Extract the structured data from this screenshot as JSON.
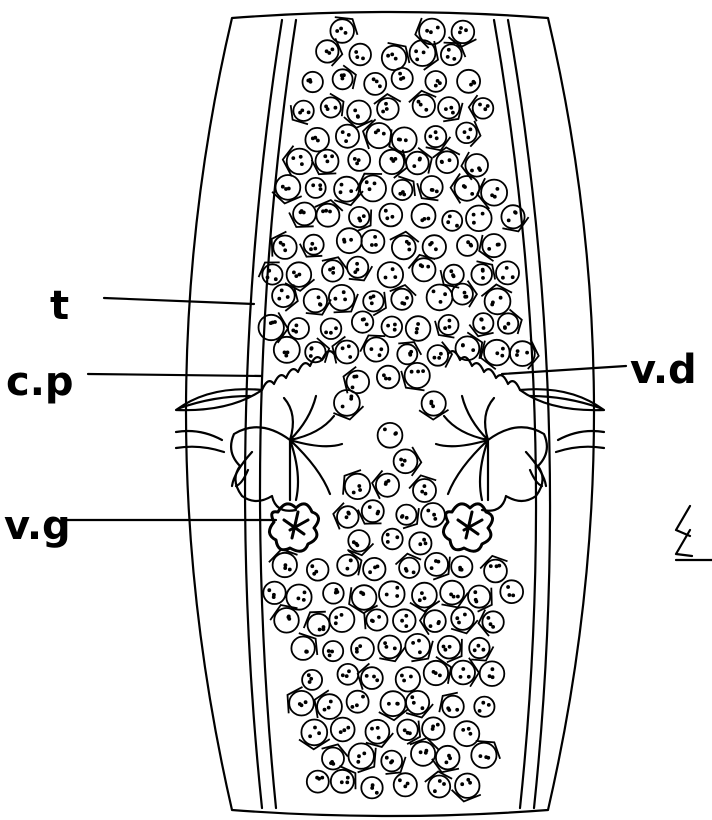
{
  "labels": {
    "t": "t",
    "cp": "c.p",
    "vd": "v.d",
    "vg": "v.g"
  },
  "colors": {
    "ink": "#000000",
    "background": "#ffffff"
  }
}
